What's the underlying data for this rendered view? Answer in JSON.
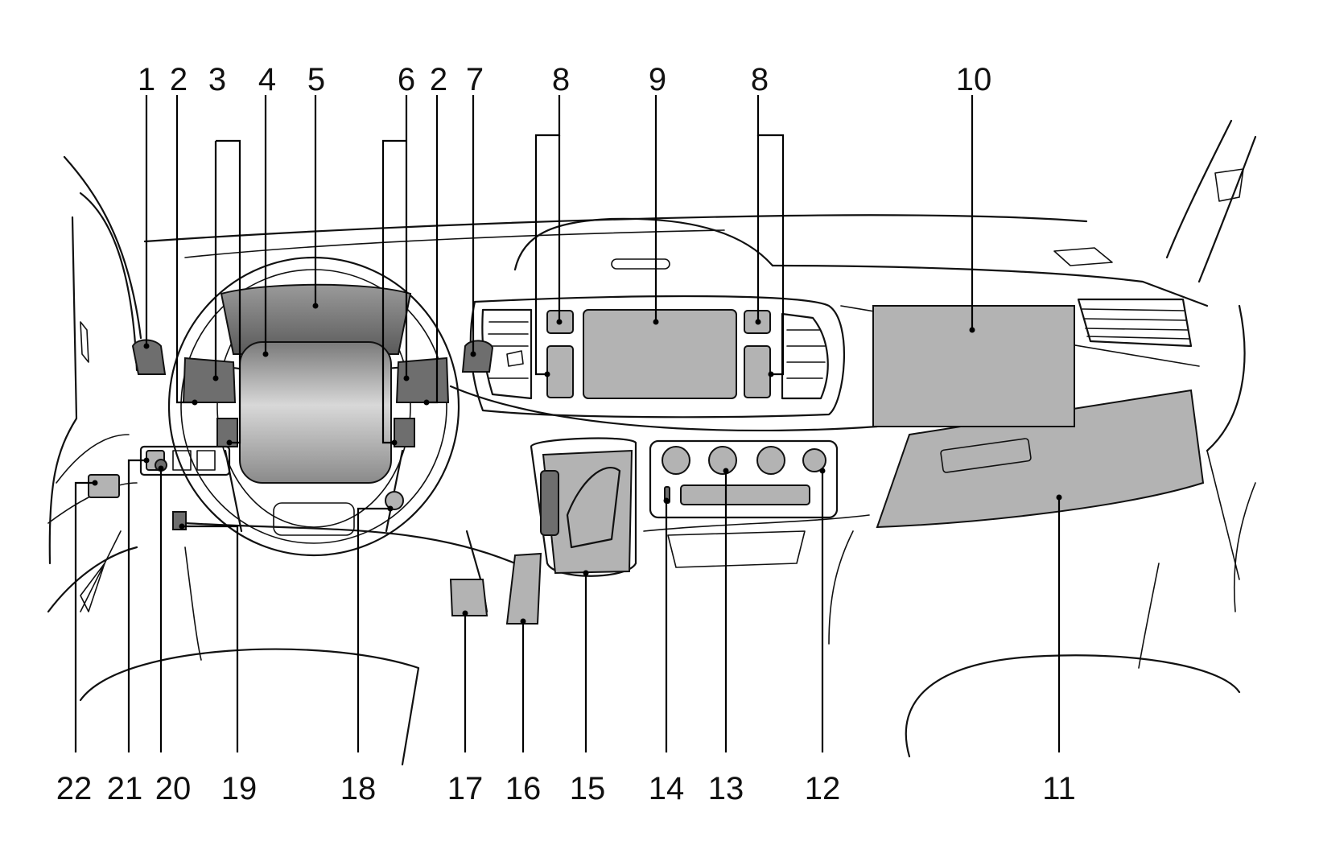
{
  "diagram": {
    "callouts_top": [
      {
        "id": "c1",
        "label": "1"
      },
      {
        "id": "c2a",
        "label": "2"
      },
      {
        "id": "c3",
        "label": "3"
      },
      {
        "id": "c4",
        "label": "4"
      },
      {
        "id": "c5",
        "label": "5"
      },
      {
        "id": "c6",
        "label": "6"
      },
      {
        "id": "c2b",
        "label": "2"
      },
      {
        "id": "c7",
        "label": "7"
      },
      {
        "id": "c8a",
        "label": "8"
      },
      {
        "id": "c9",
        "label": "9"
      },
      {
        "id": "c8b",
        "label": "8"
      },
      {
        "id": "c10",
        "label": "10"
      }
    ],
    "callouts_bottom": [
      {
        "id": "c22",
        "label": "22"
      },
      {
        "id": "c21",
        "label": "21"
      },
      {
        "id": "c20",
        "label": "20"
      },
      {
        "id": "c19",
        "label": "19"
      },
      {
        "id": "c18",
        "label": "18"
      },
      {
        "id": "c17",
        "label": "17"
      },
      {
        "id": "c16",
        "label": "16"
      },
      {
        "id": "c15",
        "label": "15"
      },
      {
        "id": "c14",
        "label": "14"
      },
      {
        "id": "c13",
        "label": "13"
      },
      {
        "id": "c12",
        "label": "12"
      },
      {
        "id": "c11",
        "label": "11"
      }
    ],
    "colors": {
      "line": "#111111",
      "highlight": "#b3b3b3",
      "dark_highlight": "#6e6e6e"
    }
  }
}
